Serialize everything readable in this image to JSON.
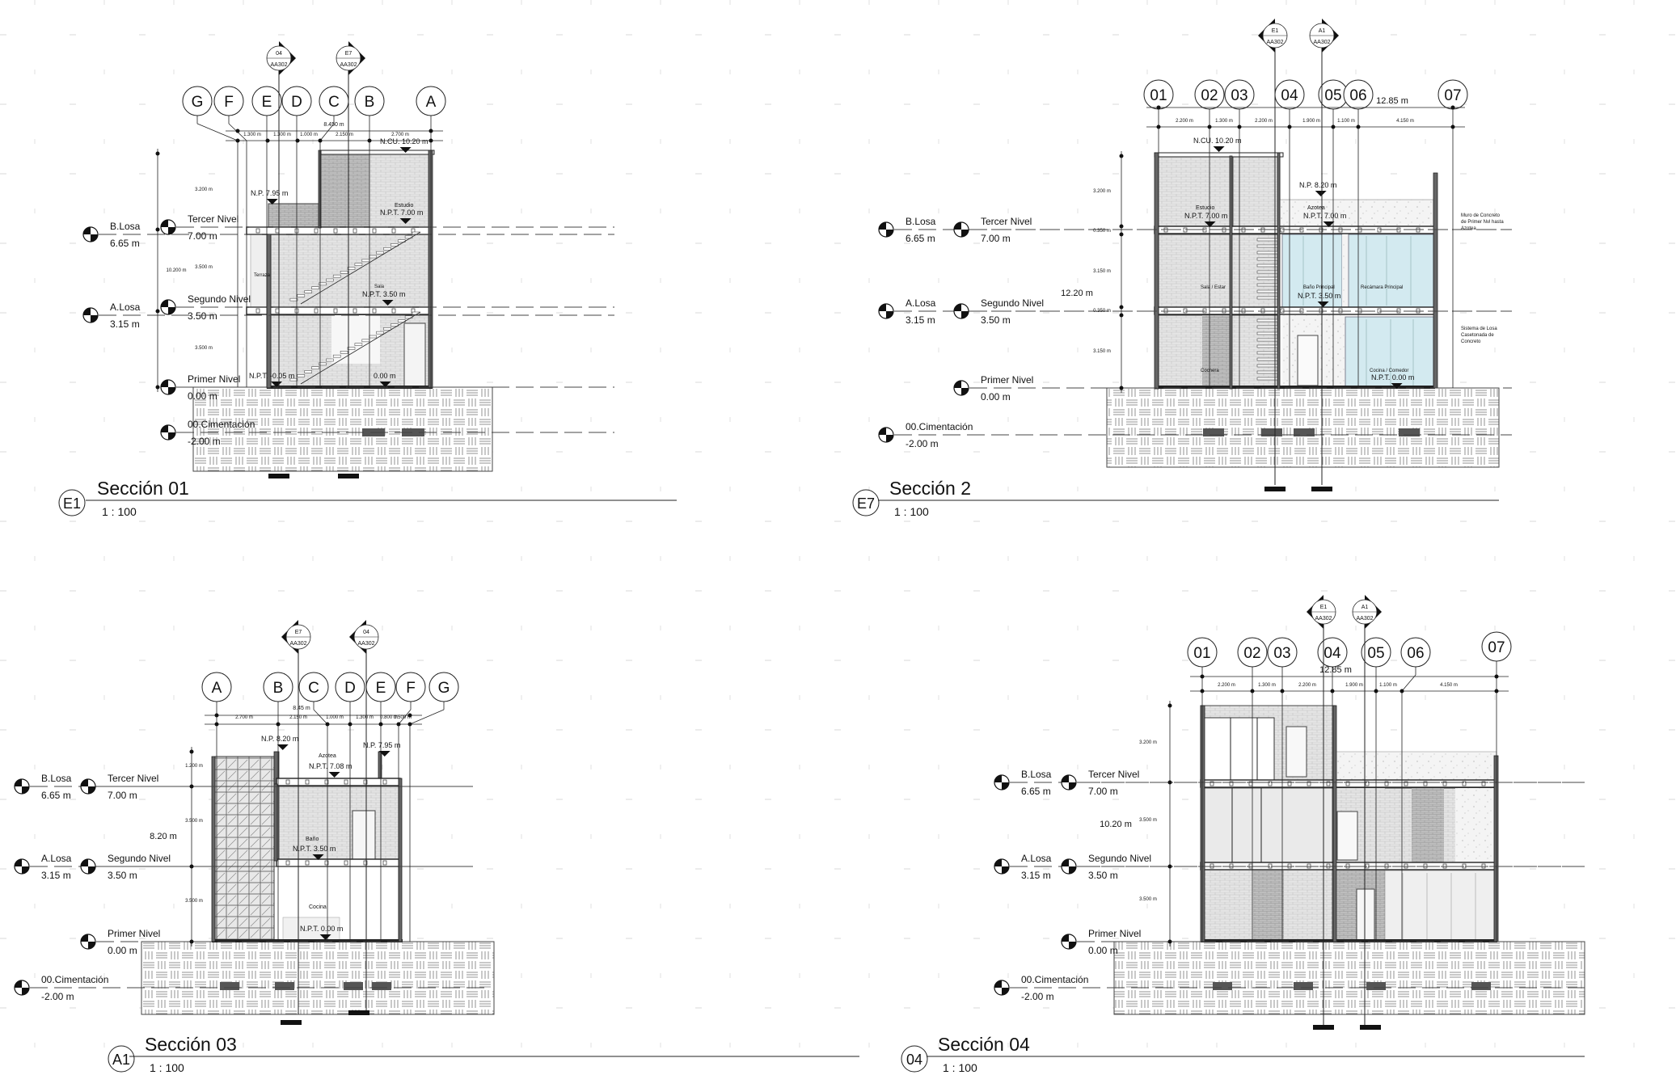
{
  "sheet": {
    "sections": [
      {
        "view_id": "E1",
        "title": "Sección 01",
        "scale": "1 : 100",
        "markers": [
          {
            "top": "04",
            "bottom": "AA302"
          },
          {
            "top": "E7",
            "bottom": "AA302"
          }
        ],
        "grid": [
          "G",
          "F",
          "E",
          "D",
          "C",
          "B",
          "A"
        ],
        "overall_dim": "8.450 m",
        "dims": [
          "1.300 m",
          "1.300 m",
          "1.000 m",
          "2.150 m",
          "2.700 m"
        ],
        "vdims": [
          "3.200 m",
          "3.500 m",
          "3.500 m"
        ],
        "vtotal": "10.200 m",
        "levels": [
          {
            "name": "Tercer Nivel",
            "elev": "7.00 m"
          },
          {
            "name": "B.Losa",
            "elev": "6.65 m"
          },
          {
            "name": "Segundo Nivel",
            "elev": "3.50 m"
          },
          {
            "name": "A.Losa",
            "elev": "3.15 m"
          },
          {
            "name": "Primer Nivel",
            "elev": "0.00 m"
          },
          {
            "name": "00.Cimentación",
            "elev": "-2.00 m"
          }
        ],
        "annotations": [
          "N.CU. 10.20 m",
          "N.P. 7.95 m",
          "Estudio",
          "N.P.T. 7.00 m",
          "Terraza",
          "Sala",
          "N.P.T. 3.50 m",
          "N.P.T. -0.05 m",
          "0.00 m"
        ]
      },
      {
        "view_id": "E7",
        "title": "Sección 2",
        "scale": "1 : 100",
        "markers": [
          {
            "top": "E1",
            "bottom": "AA302"
          },
          {
            "top": "A1",
            "bottom": "AA302"
          }
        ],
        "grid": [
          "01",
          "02",
          "03",
          "04",
          "05",
          "06",
          "07"
        ],
        "overall_dim": "12.85 m",
        "dims": [
          "2.200 m",
          "1.300 m",
          "2.200 m",
          "1.900 m",
          "1.100 m",
          "4.150 m"
        ],
        "vdims": [
          "3.200 m",
          "0.350 m",
          "3.150 m",
          "0.350 m",
          "3.150 m"
        ],
        "vtotal": "12.20 m",
        "levels": [
          {
            "name": "B.Losa",
            "elev": "6.65 m"
          },
          {
            "name": "Tercer Nivel",
            "elev": "7.00 m"
          },
          {
            "name": "A.Losa",
            "elev": "3.15 m"
          },
          {
            "name": "Segundo Nivel",
            "elev": "3.50 m"
          },
          {
            "name": "Primer Nivel",
            "elev": "0.00 m"
          },
          {
            "name": "00.Cimentación",
            "elev": "-2.00 m"
          }
        ],
        "annotations": [
          "N.CU. 10.20 m",
          "N.P. 8.20 m",
          "Estudio",
          "N.P.T. 7.00 m",
          "Azotea",
          "N.P.T. 7.00 m",
          "Sala / Estar",
          "Baño Principal",
          "Recámara Principal",
          "N.P.T. 3.50 m",
          "Cochera",
          "Cocina / Comedor",
          "N.P.T. 0.00 m",
          "Muro de Concreto",
          "de Primer Nvl hasta",
          "Azotea",
          "Sistema de Losa",
          "Casetonada de",
          "Concreto"
        ]
      },
      {
        "view_id": "A1",
        "title": "Sección 03",
        "scale": "1 : 100",
        "markers": [
          {
            "top": "E7",
            "bottom": "AA302"
          },
          {
            "top": "04",
            "bottom": "AA302"
          }
        ],
        "grid": [
          "A",
          "B",
          "C",
          "D",
          "E",
          "F",
          "G"
        ],
        "overall_dim": "8.45 m",
        "dims": [
          "2.700 m",
          "2.150 m",
          "1.000 m",
          "1.300 m",
          "0.800 m",
          "0.500 m"
        ],
        "vdims": [
          "1.200 m",
          "3.500 m",
          "3.500 m"
        ],
        "vtotal": "8.20 m",
        "levels": [
          {
            "name": "B.Losa",
            "elev": "6.65 m"
          },
          {
            "name": "Tercer Nivel",
            "elev": "7.00 m"
          },
          {
            "name": "A.Losa",
            "elev": "3.15 m"
          },
          {
            "name": "Segundo Nivel",
            "elev": "3.50 m"
          },
          {
            "name": "Primer Nivel",
            "elev": "0.00 m"
          },
          {
            "name": "00.Cimentación",
            "elev": "-2.00 m"
          }
        ],
        "annotations": [
          "N.P. 8.20 m",
          "N.P. 7.95 m",
          "Azotea",
          "N.P.T. 7.08 m",
          "Baño",
          "N.P.T. 3.50 m",
          "Cocina",
          "N.P.T. 0.00 m"
        ]
      },
      {
        "view_id": "04",
        "title": "Sección 04",
        "scale": "1 : 100",
        "markers": [
          {
            "top": "E1",
            "bottom": "AA302"
          },
          {
            "top": "A1",
            "bottom": "AA302"
          }
        ],
        "grid": [
          "01",
          "02",
          "03",
          "04",
          "05",
          "06",
          "07"
        ],
        "overall_dim": "12.85 m",
        "dims": [
          "2.200 m",
          "1.300 m",
          "2.200 m",
          "1.900 m",
          "1.100 m",
          "4.150 m"
        ],
        "vdims": [
          "3.200 m",
          "3.500 m",
          "3.500 m"
        ],
        "vtotal": "10.20 m",
        "levels": [
          {
            "name": "B.Losa",
            "elev": "6.65 m"
          },
          {
            "name": "Tercer Nivel",
            "elev": "7.00 m"
          },
          {
            "name": "A.Losa",
            "elev": "3.15 m"
          },
          {
            "name": "Segundo Nivel",
            "elev": "3.50 m"
          },
          {
            "name": "Primer Nivel",
            "elev": "0.00 m"
          },
          {
            "name": "00.Cimentación",
            "elev": "-2.00 m"
          }
        ],
        "annotations": []
      }
    ]
  },
  "colors": {
    "glass": "#d3eaf0",
    "brick": "#e4e4e4",
    "line": "#222222"
  }
}
